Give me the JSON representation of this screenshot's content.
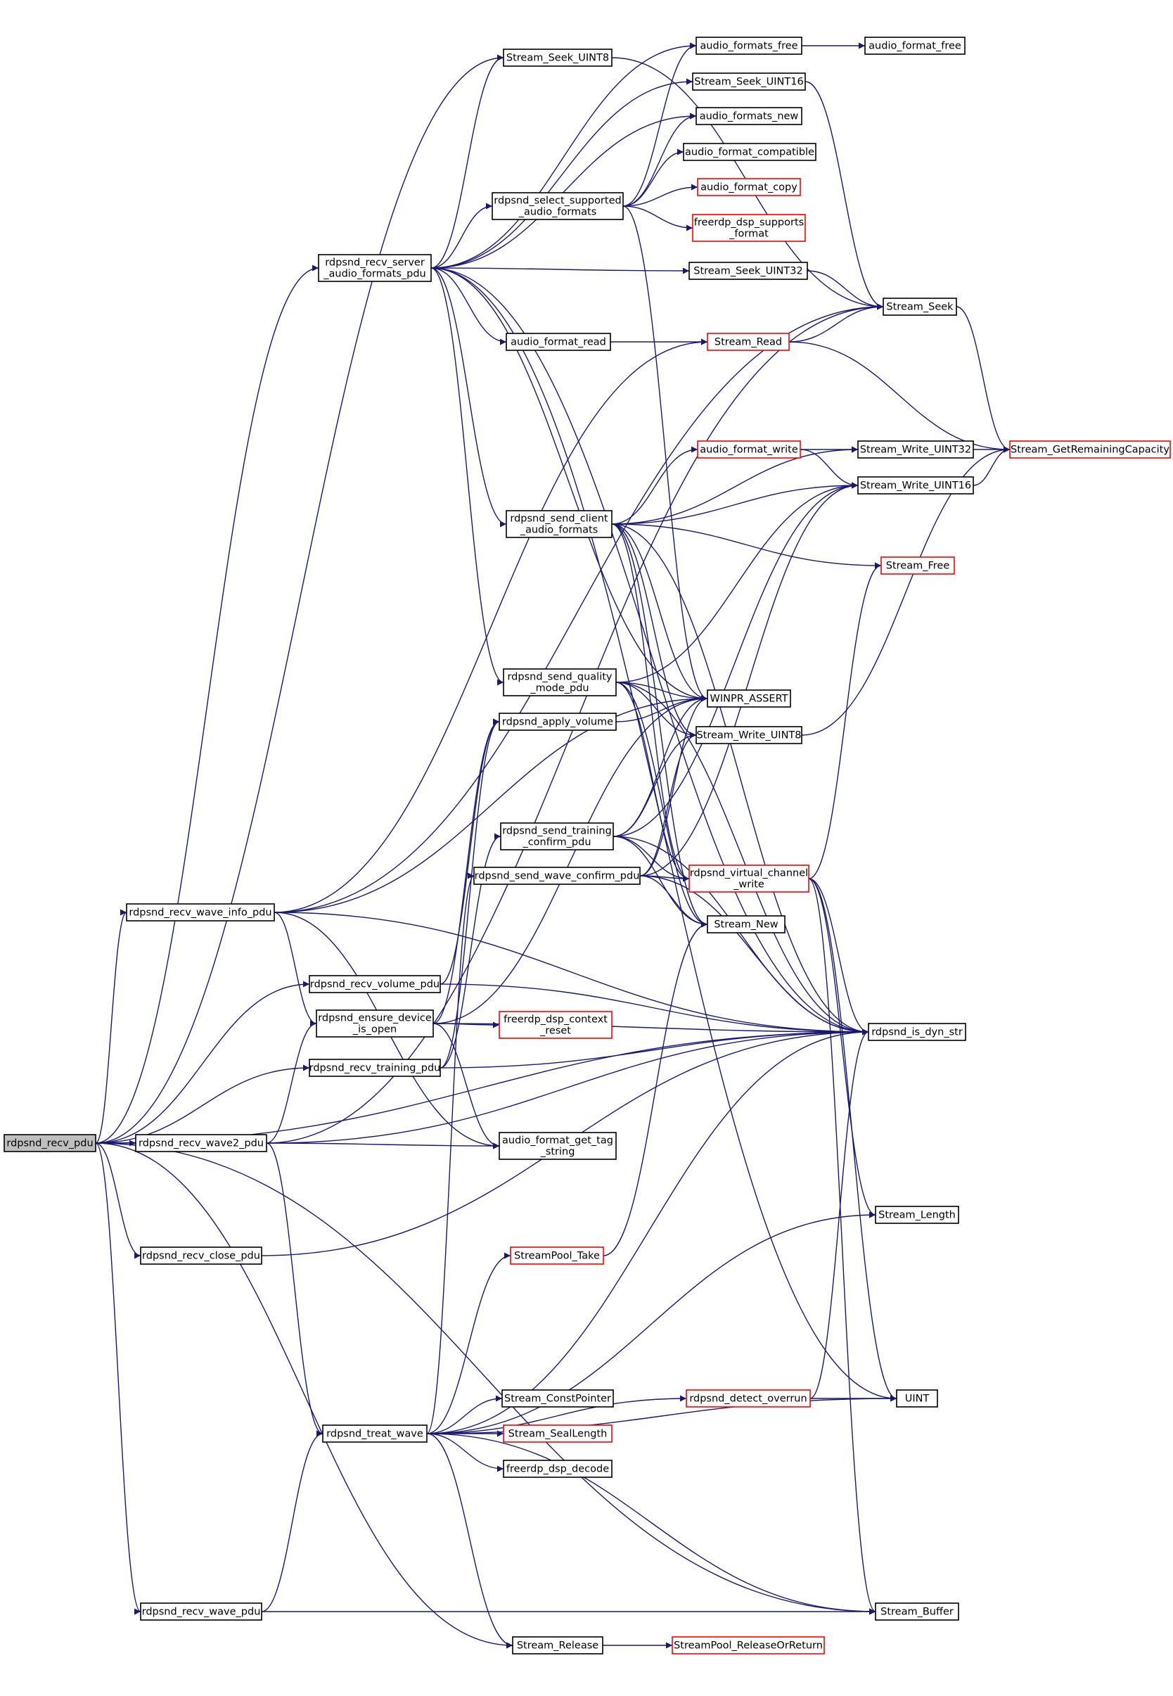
{
  "diagram": {
    "type": "call-graph",
    "colors": {
      "edge": "#191970",
      "border": "#000000",
      "border_incomplete": "#ff0000",
      "root_fill": "#bfbfbf"
    },
    "nodes": [
      {
        "id": "rdpsnd_recv_pdu",
        "lines": [
          "rdpsnd_recv_pdu"
        ],
        "root": true
      },
      {
        "id": "rdpsnd_recv_server_audio_formats_pdu",
        "lines": [
          "rdpsnd_recv_server",
          "_audio_formats_pdu"
        ]
      },
      {
        "id": "rdpsnd_recv_wave_info_pdu",
        "lines": [
          "rdpsnd_recv_wave_info_pdu"
        ]
      },
      {
        "id": "rdpsnd_recv_volume_pdu",
        "lines": [
          "rdpsnd_recv_volume_pdu"
        ]
      },
      {
        "id": "rdpsnd_ensure_device_is_open",
        "lines": [
          "rdpsnd_ensure_device",
          "_is_open"
        ]
      },
      {
        "id": "rdpsnd_recv_training_pdu",
        "lines": [
          "rdpsnd_recv_training_pdu"
        ]
      },
      {
        "id": "rdpsnd_recv_wave2_pdu",
        "lines": [
          "rdpsnd_recv_wave2_pdu"
        ]
      },
      {
        "id": "rdpsnd_recv_close_pdu",
        "lines": [
          "rdpsnd_recv_close_pdu"
        ]
      },
      {
        "id": "rdpsnd_treat_wave",
        "lines": [
          "rdpsnd_treat_wave"
        ]
      },
      {
        "id": "rdpsnd_recv_wave_pdu",
        "lines": [
          "rdpsnd_recv_wave_pdu"
        ]
      },
      {
        "id": "Stream_Seek_UINT8",
        "lines": [
          "Stream_Seek_UINT8"
        ]
      },
      {
        "id": "rdpsnd_select_supported_audio_formats",
        "lines": [
          "rdpsnd_select_supported",
          "_audio_formats"
        ]
      },
      {
        "id": "audio_format_read",
        "lines": [
          "audio_format_read"
        ]
      },
      {
        "id": "rdpsnd_send_client_audio_formats",
        "lines": [
          "rdpsnd_send_client",
          "_audio_formats"
        ]
      },
      {
        "id": "rdpsnd_send_quality_mode_pdu",
        "lines": [
          "rdpsnd_send_quality",
          "_mode_pdu"
        ]
      },
      {
        "id": "rdpsnd_apply_volume",
        "lines": [
          "rdpsnd_apply_volume"
        ]
      },
      {
        "id": "rdpsnd_send_training_confirm_pdu",
        "lines": [
          "rdpsnd_send_training",
          "_confirm_pdu"
        ]
      },
      {
        "id": "rdpsnd_send_wave_confirm_pdu",
        "lines": [
          "rdpsnd_send_wave_confirm_pdu"
        ]
      },
      {
        "id": "audio_format_get_tag_string",
        "lines": [
          "audio_format_get_tag",
          "_string"
        ]
      },
      {
        "id": "Stream_ConstPointer",
        "lines": [
          "Stream_ConstPointer"
        ]
      },
      {
        "id": "Stream_SealLength",
        "lines": [
          "Stream_SealLength"
        ],
        "red": true
      },
      {
        "id": "freerdp_dsp_decode",
        "lines": [
          "freerdp_dsp_decode"
        ]
      },
      {
        "id": "Stream_Release",
        "lines": [
          "Stream_Release"
        ]
      },
      {
        "id": "audio_formats_free",
        "lines": [
          "audio_formats_free"
        ]
      },
      {
        "id": "Stream_Seek_UINT16",
        "lines": [
          "Stream_Seek_UINT16"
        ]
      },
      {
        "id": "audio_formats_new",
        "lines": [
          "audio_formats_new"
        ]
      },
      {
        "id": "audio_format_compatible",
        "lines": [
          "audio_format_compatible"
        ]
      },
      {
        "id": "audio_format_copy",
        "lines": [
          "audio_format_copy"
        ],
        "red": true
      },
      {
        "id": "freerdp_dsp_supports_format",
        "lines": [
          "freerdp_dsp_supports",
          "_format"
        ],
        "red": true
      },
      {
        "id": "Stream_Seek_UINT32",
        "lines": [
          "Stream_Seek_UINT32"
        ]
      },
      {
        "id": "Stream_Read",
        "lines": [
          "Stream_Read"
        ],
        "red": true
      },
      {
        "id": "audio_format_write",
        "lines": [
          "audio_format_write"
        ],
        "red": true
      },
      {
        "id": "WINPR_ASSERT",
        "lines": [
          "WINPR_ASSERT"
        ]
      },
      {
        "id": "Stream_Write_UINT8",
        "lines": [
          "Stream_Write_UINT8"
        ]
      },
      {
        "id": "rdpsnd_virtual_channel_write",
        "lines": [
          "rdpsnd_virtual_channel",
          "_write"
        ],
        "red": true
      },
      {
        "id": "Stream_New",
        "lines": [
          "Stream_New"
        ]
      },
      {
        "id": "freerdp_dsp_context_reset",
        "lines": [
          "freerdp_dsp_context",
          "_reset"
        ],
        "red": true
      },
      {
        "id": "StreamPool_Take",
        "lines": [
          "StreamPool_Take"
        ],
        "red": true
      },
      {
        "id": "rdpsnd_detect_overrun",
        "lines": [
          "rdpsnd_detect_overrun"
        ],
        "red": true
      },
      {
        "id": "StreamPool_ReleaseOrReturn",
        "lines": [
          "StreamPool_ReleaseOrReturn"
        ],
        "red": true
      },
      {
        "id": "audio_format_free",
        "lines": [
          "audio_format_free"
        ]
      },
      {
        "id": "Stream_Seek",
        "lines": [
          "Stream_Seek"
        ]
      },
      {
        "id": "Stream_Write_UINT32",
        "lines": [
          "Stream_Write_UINT32"
        ]
      },
      {
        "id": "Stream_Write_UINT16",
        "lines": [
          "Stream_Write_UINT16"
        ]
      },
      {
        "id": "Stream_Free",
        "lines": [
          "Stream_Free"
        ],
        "red": true
      },
      {
        "id": "rdpsnd_is_dyn_str",
        "lines": [
          "rdpsnd_is_dyn_str"
        ]
      },
      {
        "id": "Stream_Length",
        "lines": [
          "Stream_Length"
        ]
      },
      {
        "id": "UINT",
        "lines": [
          "UINT"
        ]
      },
      {
        "id": "Stream_Buffer",
        "lines": [
          "Stream_Buffer"
        ]
      },
      {
        "id": "Stream_GetRemainingCapacity",
        "lines": [
          "Stream_GetRemainingCapacity"
        ],
        "red": true
      }
    ],
    "edges": [
      [
        "rdpsnd_recv_pdu",
        "Stream_Seek_UINT8"
      ],
      [
        "rdpsnd_recv_pdu",
        "rdpsnd_recv_server_audio_formats_pdu"
      ],
      [
        "rdpsnd_recv_pdu",
        "rdpsnd_recv_wave_info_pdu"
      ],
      [
        "rdpsnd_recv_pdu",
        "rdpsnd_recv_volume_pdu"
      ],
      [
        "rdpsnd_recv_pdu",
        "rdpsnd_recv_training_pdu"
      ],
      [
        "rdpsnd_recv_pdu",
        "rdpsnd_recv_wave2_pdu"
      ],
      [
        "rdpsnd_recv_pdu",
        "rdpsnd_is_dyn_str"
      ],
      [
        "rdpsnd_recv_pdu",
        "rdpsnd_recv_close_pdu"
      ],
      [
        "rdpsnd_recv_pdu",
        "Stream_Buffer"
      ],
      [
        "rdpsnd_recv_pdu",
        "rdpsnd_recv_wave_pdu"
      ],
      [
        "rdpsnd_recv_pdu",
        "Stream_Release"
      ],
      [
        "rdpsnd_recv_server_audio_formats_pdu",
        "Stream_Seek_UINT8"
      ],
      [
        "rdpsnd_recv_server_audio_formats_pdu",
        "audio_formats_free"
      ],
      [
        "rdpsnd_recv_server_audio_formats_pdu",
        "Stream_Seek_UINT16"
      ],
      [
        "rdpsnd_recv_server_audio_formats_pdu",
        "audio_formats_new"
      ],
      [
        "rdpsnd_recv_server_audio_formats_pdu",
        "rdpsnd_select_supported_audio_formats"
      ],
      [
        "rdpsnd_recv_server_audio_formats_pdu",
        "Stream_Seek_UINT32"
      ],
      [
        "rdpsnd_recv_server_audio_formats_pdu",
        "audio_format_read"
      ],
      [
        "rdpsnd_recv_server_audio_formats_pdu",
        "rdpsnd_send_client_audio_formats"
      ],
      [
        "rdpsnd_recv_server_audio_formats_pdu",
        "rdpsnd_send_quality_mode_pdu"
      ],
      [
        "rdpsnd_recv_server_audio_formats_pdu",
        "WINPR_ASSERT"
      ],
      [
        "rdpsnd_recv_server_audio_formats_pdu",
        "rdpsnd_is_dyn_str"
      ],
      [
        "rdpsnd_recv_server_audio_formats_pdu",
        "UINT"
      ],
      [
        "Stream_Seek_UINT8",
        "Stream_Seek"
      ],
      [
        "Stream_Seek_UINT16",
        "Stream_Seek"
      ],
      [
        "Stream_Seek_UINT32",
        "Stream_Seek"
      ],
      [
        "audio_formats_free",
        "audio_format_free"
      ],
      [
        "rdpsnd_select_supported_audio_formats",
        "audio_formats_free"
      ],
      [
        "rdpsnd_select_supported_audio_formats",
        "audio_formats_new"
      ],
      [
        "rdpsnd_select_supported_audio_formats",
        "audio_format_compatible"
      ],
      [
        "rdpsnd_select_supported_audio_formats",
        "audio_format_copy"
      ],
      [
        "rdpsnd_select_supported_audio_formats",
        "freerdp_dsp_supports_format"
      ],
      [
        "rdpsnd_select_supported_audio_formats",
        "WINPR_ASSERT"
      ],
      [
        "audio_format_read",
        "Stream_Read"
      ],
      [
        "Stream_Read",
        "Stream_Seek"
      ],
      [
        "Stream_Read",
        "Stream_GetRemainingCapacity"
      ],
      [
        "Stream_Seek",
        "Stream_GetRemainingCapacity"
      ],
      [
        "rdpsnd_send_client_audio_formats",
        "audio_format_write"
      ],
      [
        "rdpsnd_send_client_audio_formats",
        "Stream_Write_UINT32"
      ],
      [
        "rdpsnd_send_client_audio_formats",
        "Stream_Write_UINT16"
      ],
      [
        "rdpsnd_send_client_audio_formats",
        "Stream_Free"
      ],
      [
        "rdpsnd_send_client_audio_formats",
        "WINPR_ASSERT"
      ],
      [
        "rdpsnd_send_client_audio_formats",
        "Stream_Write_UINT8"
      ],
      [
        "rdpsnd_send_client_audio_formats",
        "rdpsnd_virtual_channel_write"
      ],
      [
        "rdpsnd_send_client_audio_formats",
        "Stream_New"
      ],
      [
        "rdpsnd_send_client_audio_formats",
        "rdpsnd_is_dyn_str"
      ],
      [
        "audio_format_write",
        "Stream_Write_UINT32"
      ],
      [
        "audio_format_write",
        "Stream_Write_UINT16"
      ],
      [
        "Stream_Write_UINT32",
        "Stream_GetRemainingCapacity"
      ],
      [
        "Stream_Write_UINT16",
        "Stream_GetRemainingCapacity"
      ],
      [
        "Stream_Write_UINT8",
        "Stream_GetRemainingCapacity"
      ],
      [
        "rdpsnd_send_quality_mode_pdu",
        "Stream_Write_UINT16"
      ],
      [
        "rdpsnd_send_quality_mode_pdu",
        "WINPR_ASSERT"
      ],
      [
        "rdpsnd_send_quality_mode_pdu",
        "Stream_Write_UINT8"
      ],
      [
        "rdpsnd_send_quality_mode_pdu",
        "rdpsnd_virtual_channel_write"
      ],
      [
        "rdpsnd_send_quality_mode_pdu",
        "Stream_New"
      ],
      [
        "rdpsnd_send_quality_mode_pdu",
        "rdpsnd_is_dyn_str"
      ],
      [
        "rdpsnd_apply_volume",
        "WINPR_ASSERT"
      ],
      [
        "rdpsnd_send_training_confirm_pdu",
        "WINPR_ASSERT"
      ],
      [
        "rdpsnd_send_training_confirm_pdu",
        "Stream_Write_UINT8"
      ],
      [
        "rdpsnd_send_training_confirm_pdu",
        "Stream_Write_UINT16"
      ],
      [
        "rdpsnd_send_training_confirm_pdu",
        "rdpsnd_virtual_channel_write"
      ],
      [
        "rdpsnd_send_training_confirm_pdu",
        "Stream_New"
      ],
      [
        "rdpsnd_send_training_confirm_pdu",
        "rdpsnd_is_dyn_str"
      ],
      [
        "rdpsnd_send_wave_confirm_pdu",
        "WINPR_ASSERT"
      ],
      [
        "rdpsnd_send_wave_confirm_pdu",
        "Stream_Write_UINT8"
      ],
      [
        "rdpsnd_send_wave_confirm_pdu",
        "Stream_Write_UINT16"
      ],
      [
        "rdpsnd_send_wave_confirm_pdu",
        "rdpsnd_virtual_channel_write"
      ],
      [
        "rdpsnd_send_wave_confirm_pdu",
        "Stream_New"
      ],
      [
        "rdpsnd_send_wave_confirm_pdu",
        "rdpsnd_is_dyn_str"
      ],
      [
        "rdpsnd_virtual_channel_write",
        "Stream_Free"
      ],
      [
        "rdpsnd_virtual_channel_write",
        "rdpsnd_is_dyn_str"
      ],
      [
        "rdpsnd_virtual_channel_write",
        "Stream_Length"
      ],
      [
        "rdpsnd_virtual_channel_write",
        "UINT"
      ],
      [
        "rdpsnd_virtual_channel_write",
        "Stream_Buffer"
      ],
      [
        "rdpsnd_recv_wave_info_pdu",
        "Stream_Seek"
      ],
      [
        "rdpsnd_recv_wave_info_pdu",
        "Stream_Read"
      ],
      [
        "rdpsnd_recv_wave_info_pdu",
        "WINPR_ASSERT"
      ],
      [
        "rdpsnd_recv_wave_info_pdu",
        "rdpsnd_ensure_device_is_open"
      ],
      [
        "rdpsnd_recv_wave_info_pdu",
        "rdpsnd_is_dyn_str"
      ],
      [
        "rdpsnd_recv_wave_info_pdu",
        "audio_format_get_tag_string"
      ],
      [
        "rdpsnd_recv_volume_pdu",
        "rdpsnd_apply_volume"
      ],
      [
        "rdpsnd_recv_volume_pdu",
        "rdpsnd_is_dyn_str"
      ],
      [
        "rdpsnd_ensure_device_is_open",
        "rdpsnd_apply_volume"
      ],
      [
        "rdpsnd_ensure_device_is_open",
        "WINPR_ASSERT"
      ],
      [
        "rdpsnd_ensure_device_is_open",
        "freerdp_dsp_context_reset"
      ],
      [
        "rdpsnd_ensure_device_is_open",
        "rdpsnd_is_dyn_str"
      ],
      [
        "rdpsnd_ensure_device_is_open",
        "audio_format_get_tag_string"
      ],
      [
        "rdpsnd_recv_training_pdu",
        "rdpsnd_send_training_confirm_pdu"
      ],
      [
        "rdpsnd_recv_training_pdu",
        "rdpsnd_apply_volume"
      ],
      [
        "rdpsnd_recv_training_pdu",
        "rdpsnd_is_dyn_str"
      ],
      [
        "rdpsnd_recv_wave2_pdu",
        "Stream_Seek"
      ],
      [
        "rdpsnd_recv_wave2_pdu",
        "rdpsnd_ensure_device_is_open"
      ],
      [
        "rdpsnd_recv_wave2_pdu",
        "audio_format_get_tag_string"
      ],
      [
        "rdpsnd_recv_wave2_pdu",
        "rdpsnd_is_dyn_str"
      ],
      [
        "rdpsnd_recv_wave2_pdu",
        "rdpsnd_treat_wave"
      ],
      [
        "rdpsnd_recv_close_pdu",
        "rdpsnd_is_dyn_str"
      ],
      [
        "rdpsnd_recv_wave_pdu",
        "rdpsnd_treat_wave"
      ],
      [
        "rdpsnd_recv_wave_pdu",
        "Stream_Buffer"
      ],
      [
        "rdpsnd_treat_wave",
        "rdpsnd_send_wave_confirm_pdu"
      ],
      [
        "rdpsnd_treat_wave",
        "StreamPool_Take"
      ],
      [
        "rdpsnd_treat_wave",
        "rdpsnd_detect_overrun"
      ],
      [
        "rdpsnd_treat_wave",
        "Stream_ConstPointer"
      ],
      [
        "rdpsnd_treat_wave",
        "Stream_SealLength"
      ],
      [
        "rdpsnd_treat_wave",
        "freerdp_dsp_decode"
      ],
      [
        "rdpsnd_treat_wave",
        "rdpsnd_is_dyn_str"
      ],
      [
        "rdpsnd_treat_wave",
        "UINT"
      ],
      [
        "rdpsnd_treat_wave",
        "Stream_Length"
      ],
      [
        "rdpsnd_treat_wave",
        "Stream_Buffer"
      ],
      [
        "rdpsnd_treat_wave",
        "Stream_Release"
      ],
      [
        "StreamPool_Take",
        "Stream_New"
      ],
      [
        "rdpsnd_detect_overrun",
        "UINT"
      ],
      [
        "rdpsnd_detect_overrun",
        "rdpsnd_is_dyn_str"
      ],
      [
        "Stream_Release",
        "StreamPool_ReleaseOrReturn"
      ]
    ]
  }
}
